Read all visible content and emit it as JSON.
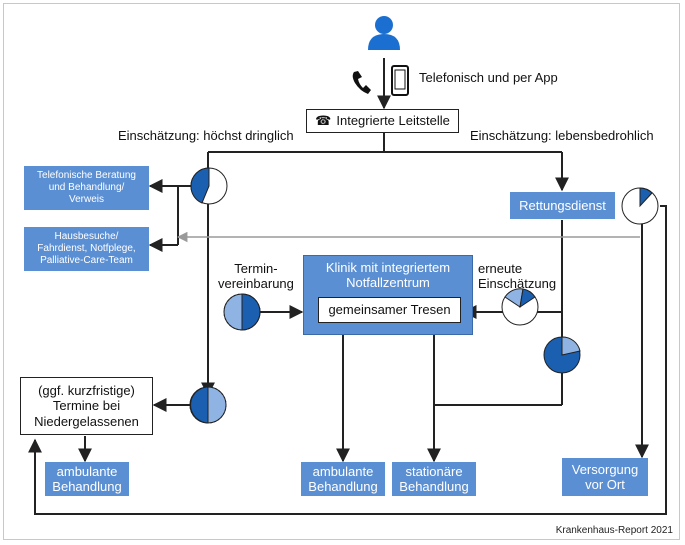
{
  "channel_label": "Telefonisch und per App",
  "icons": {
    "person": "person-icon",
    "phone": "phone-icon",
    "smartphone": "smartphone-icon",
    "telephone_small": "telephone-icon"
  },
  "leitstelle": "Integrierte Leitstelle",
  "assessment_left": "Einschätzung: höchst dringlich",
  "assessment_right": "Einschätzung: lebensbedrohlich",
  "boxes": {
    "telefonische_beratung": "Telefonische Beratung\nund Behandlung/\nVerweis",
    "hausbesuche": "Hausbesuche/\nFahrdienst, Notfplege,\nPalliative-Care-Team",
    "rettungsdienst": "Rettungsdienst",
    "klinik": "Klinik mit integriertem\nNotfallzentrum",
    "tresen": "gemeinsamer Tresen",
    "termine": "(ggf. kurzfristige)\nTermine bei\nNiedergelassenen",
    "ambulante_left": "ambulante\nBehandlung",
    "ambulante_mid": "ambulante\nBehandlung",
    "stationaere": "stationäre\nBehandlung",
    "versorgung": "Versorgung\nvor Ort"
  },
  "labels": {
    "terminvereinbarung": "Termin-\nvereinbarung",
    "erneute": "erneute\nEinschätzung"
  },
  "source": "Krankenhaus-Report 2021",
  "colors": {
    "box_blue": "#5b8fd3",
    "pie_dark": "#1a5fb0",
    "pie_light": "#8fb4e3",
    "line": "#222222",
    "grey_line": "#9a9a9a"
  }
}
